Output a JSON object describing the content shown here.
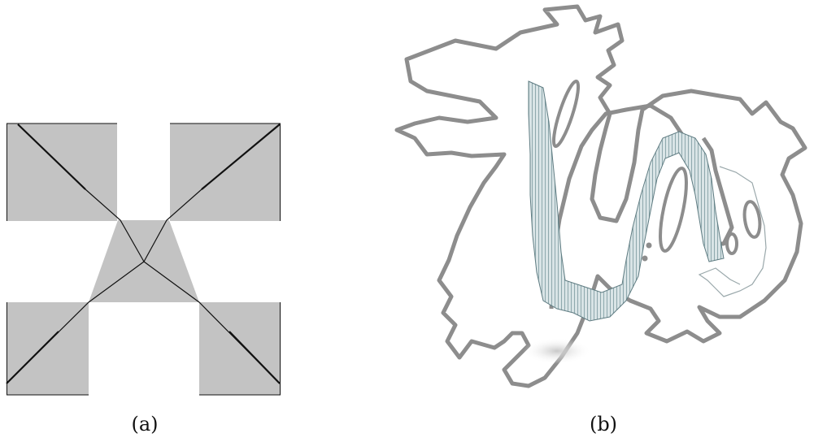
{
  "figure": {
    "panels": [
      {
        "id": "a",
        "caption": "(a)",
        "fill_color": "#c3c3c3",
        "line_color": "#111111"
      },
      {
        "id": "b",
        "caption": "(b)",
        "outline_color": "#8d8d8d",
        "surface_color": "#6f8f95"
      }
    ]
  }
}
